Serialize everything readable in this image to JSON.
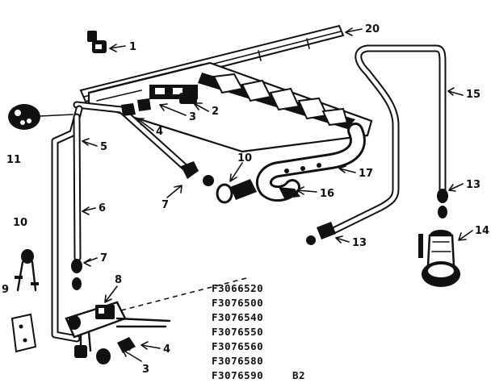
{
  "callouts": {
    "c1": "1",
    "c2": "2",
    "c3a": "3",
    "c3b": "3",
    "c4a": "4",
    "c4b": "4",
    "c5": "5",
    "c6": "6",
    "c7a": "7",
    "c7b": "7",
    "c8": "8",
    "c9": "9",
    "c10a": "10",
    "c10b": "10",
    "c11": "11",
    "c13a": "13",
    "c13b": "13",
    "c14": "14",
    "c15": "15",
    "c16": "16",
    "c17": "17",
    "c20": "20"
  },
  "part_numbers": [
    "F3066520",
    "F3076500",
    "F3076540",
    "F3076550",
    "F3076560",
    "F3076580",
    "F3076590"
  ],
  "page_code": "B2"
}
